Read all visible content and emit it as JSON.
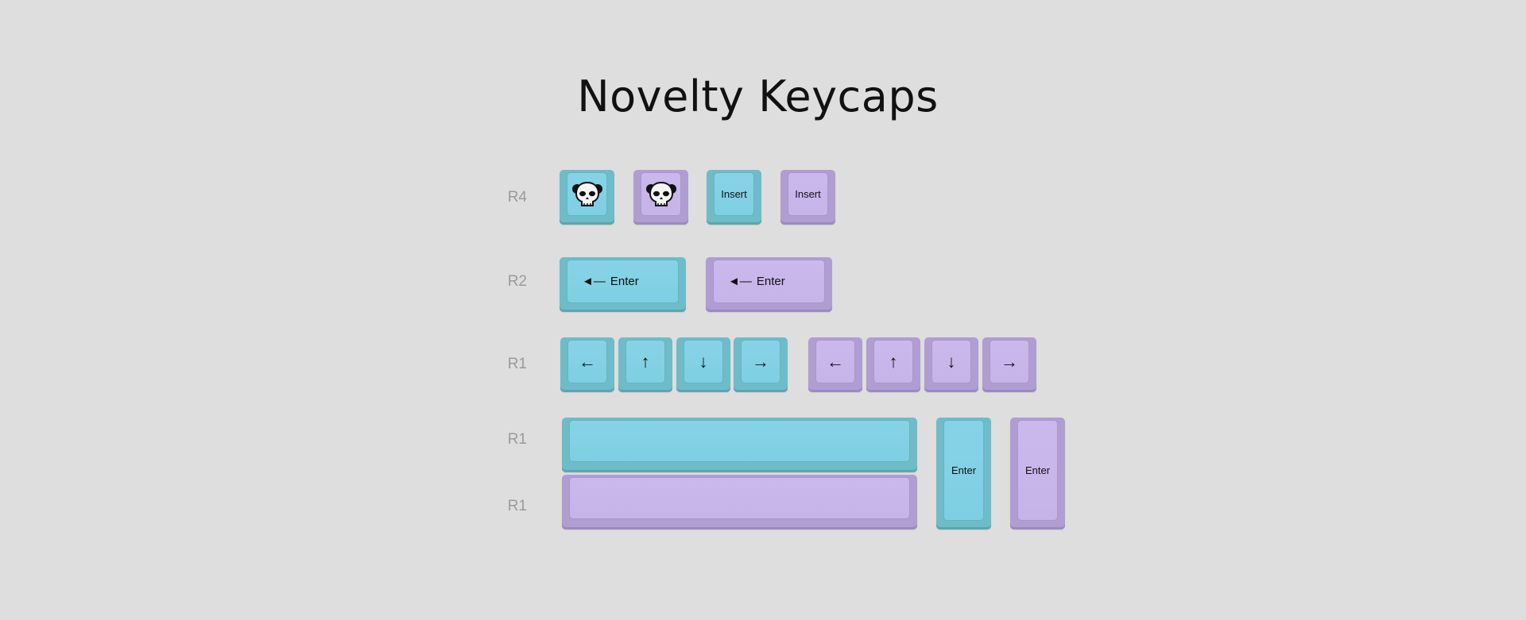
{
  "title": "Novelty Keycaps",
  "colors": {
    "background": "#dedede",
    "blue": "#7ecfe3",
    "purple": "#c6b3e8"
  },
  "rows": [
    {
      "label": "R4"
    },
    {
      "label": "R2"
    },
    {
      "label": "R1"
    },
    {
      "label": "R1"
    },
    {
      "label": "R1"
    }
  ],
  "keys": {
    "r4": [
      {
        "color": "blue",
        "icon": "panda-skull-icon"
      },
      {
        "color": "purple",
        "icon": "panda-skull-icon"
      },
      {
        "color": "blue",
        "label": "Insert"
      },
      {
        "color": "purple",
        "label": "Insert"
      }
    ],
    "r2": [
      {
        "color": "blue",
        "glyph": "◄—",
        "label": "Enter"
      },
      {
        "color": "purple",
        "glyph": "◄—",
        "label": "Enter"
      }
    ],
    "arrows_blue": [
      "←",
      "↑",
      "↓",
      "→"
    ],
    "arrows_purple": [
      "←",
      "↑",
      "↓",
      "→"
    ],
    "tall_enter": [
      {
        "color": "blue",
        "label": "Enter"
      },
      {
        "color": "purple",
        "label": "Enter"
      }
    ]
  }
}
